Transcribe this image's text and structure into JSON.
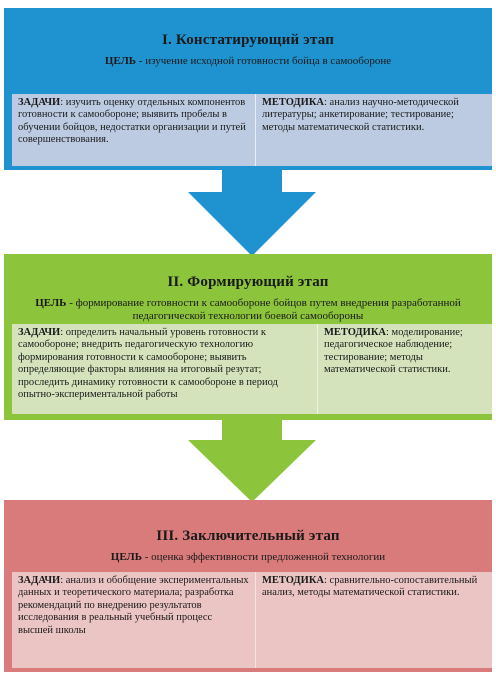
{
  "stages": [
    {
      "title": "I. Констатирующий этап",
      "goal_label": "ЦЕЛЬ",
      "goal_text": " - изучение исходной готовности бойца в самообороне",
      "tasks_label": "ЗАДАЧИ",
      "tasks_text": ": изучить оценку отдельных компонентов готовности к самообороне; выявить пробелы в обучении бойцов, недостатки организации и путей совершенствования.",
      "methods_label": "МЕТОДИКА",
      "methods_text": ": анализ научно-методической литературы; анкетирование; тестирование; методы математической статистики.",
      "color": "#1f93cf"
    },
    {
      "title": "II. Формирующий этап",
      "goal_label": "ЦЕЛЬ",
      "goal_text": " - формирование готовности к самообороне бойцов путем внедрения разработанной педагогической технологии боевой самообороны",
      "tasks_label": "ЗАДАЧИ",
      "tasks_text": ": определить начальный уровень готовности к самообороне; внедрить педагогическую технологию формирования готовности к самообороне; выявить определяющие факторы влияния на итоговый резутат; проследить динамику готовности к самообороне в период опытно-экспериментальной работы",
      "methods_label": "МЕТОДИКА",
      "methods_text": ": моделирование; педагогическое наблюдение; тестирование; методы математической статистики.",
      "color": "#8cc43c"
    },
    {
      "title": "III. Заключительный этап",
      "goal_label": "ЦЕЛЬ",
      "goal_text": " - оценка эффективности предложенной технологии",
      "tasks_label": "ЗАДАЧИ",
      "tasks_text": ": анализ и обобщение экспериментальных данных и теоретического материала; разработка рекомендаций по внедрению результатов исследования в реальный учебный процесс высшей школы",
      "methods_label": "МЕТОДИКА",
      "methods_text": ": сравнительно-сопоставительный анализ, методы математической статистики.",
      "color": "#d97b7b"
    }
  ],
  "arrows": [
    {
      "color": "#1f93cf"
    },
    {
      "color": "#8cc43c"
    }
  ]
}
